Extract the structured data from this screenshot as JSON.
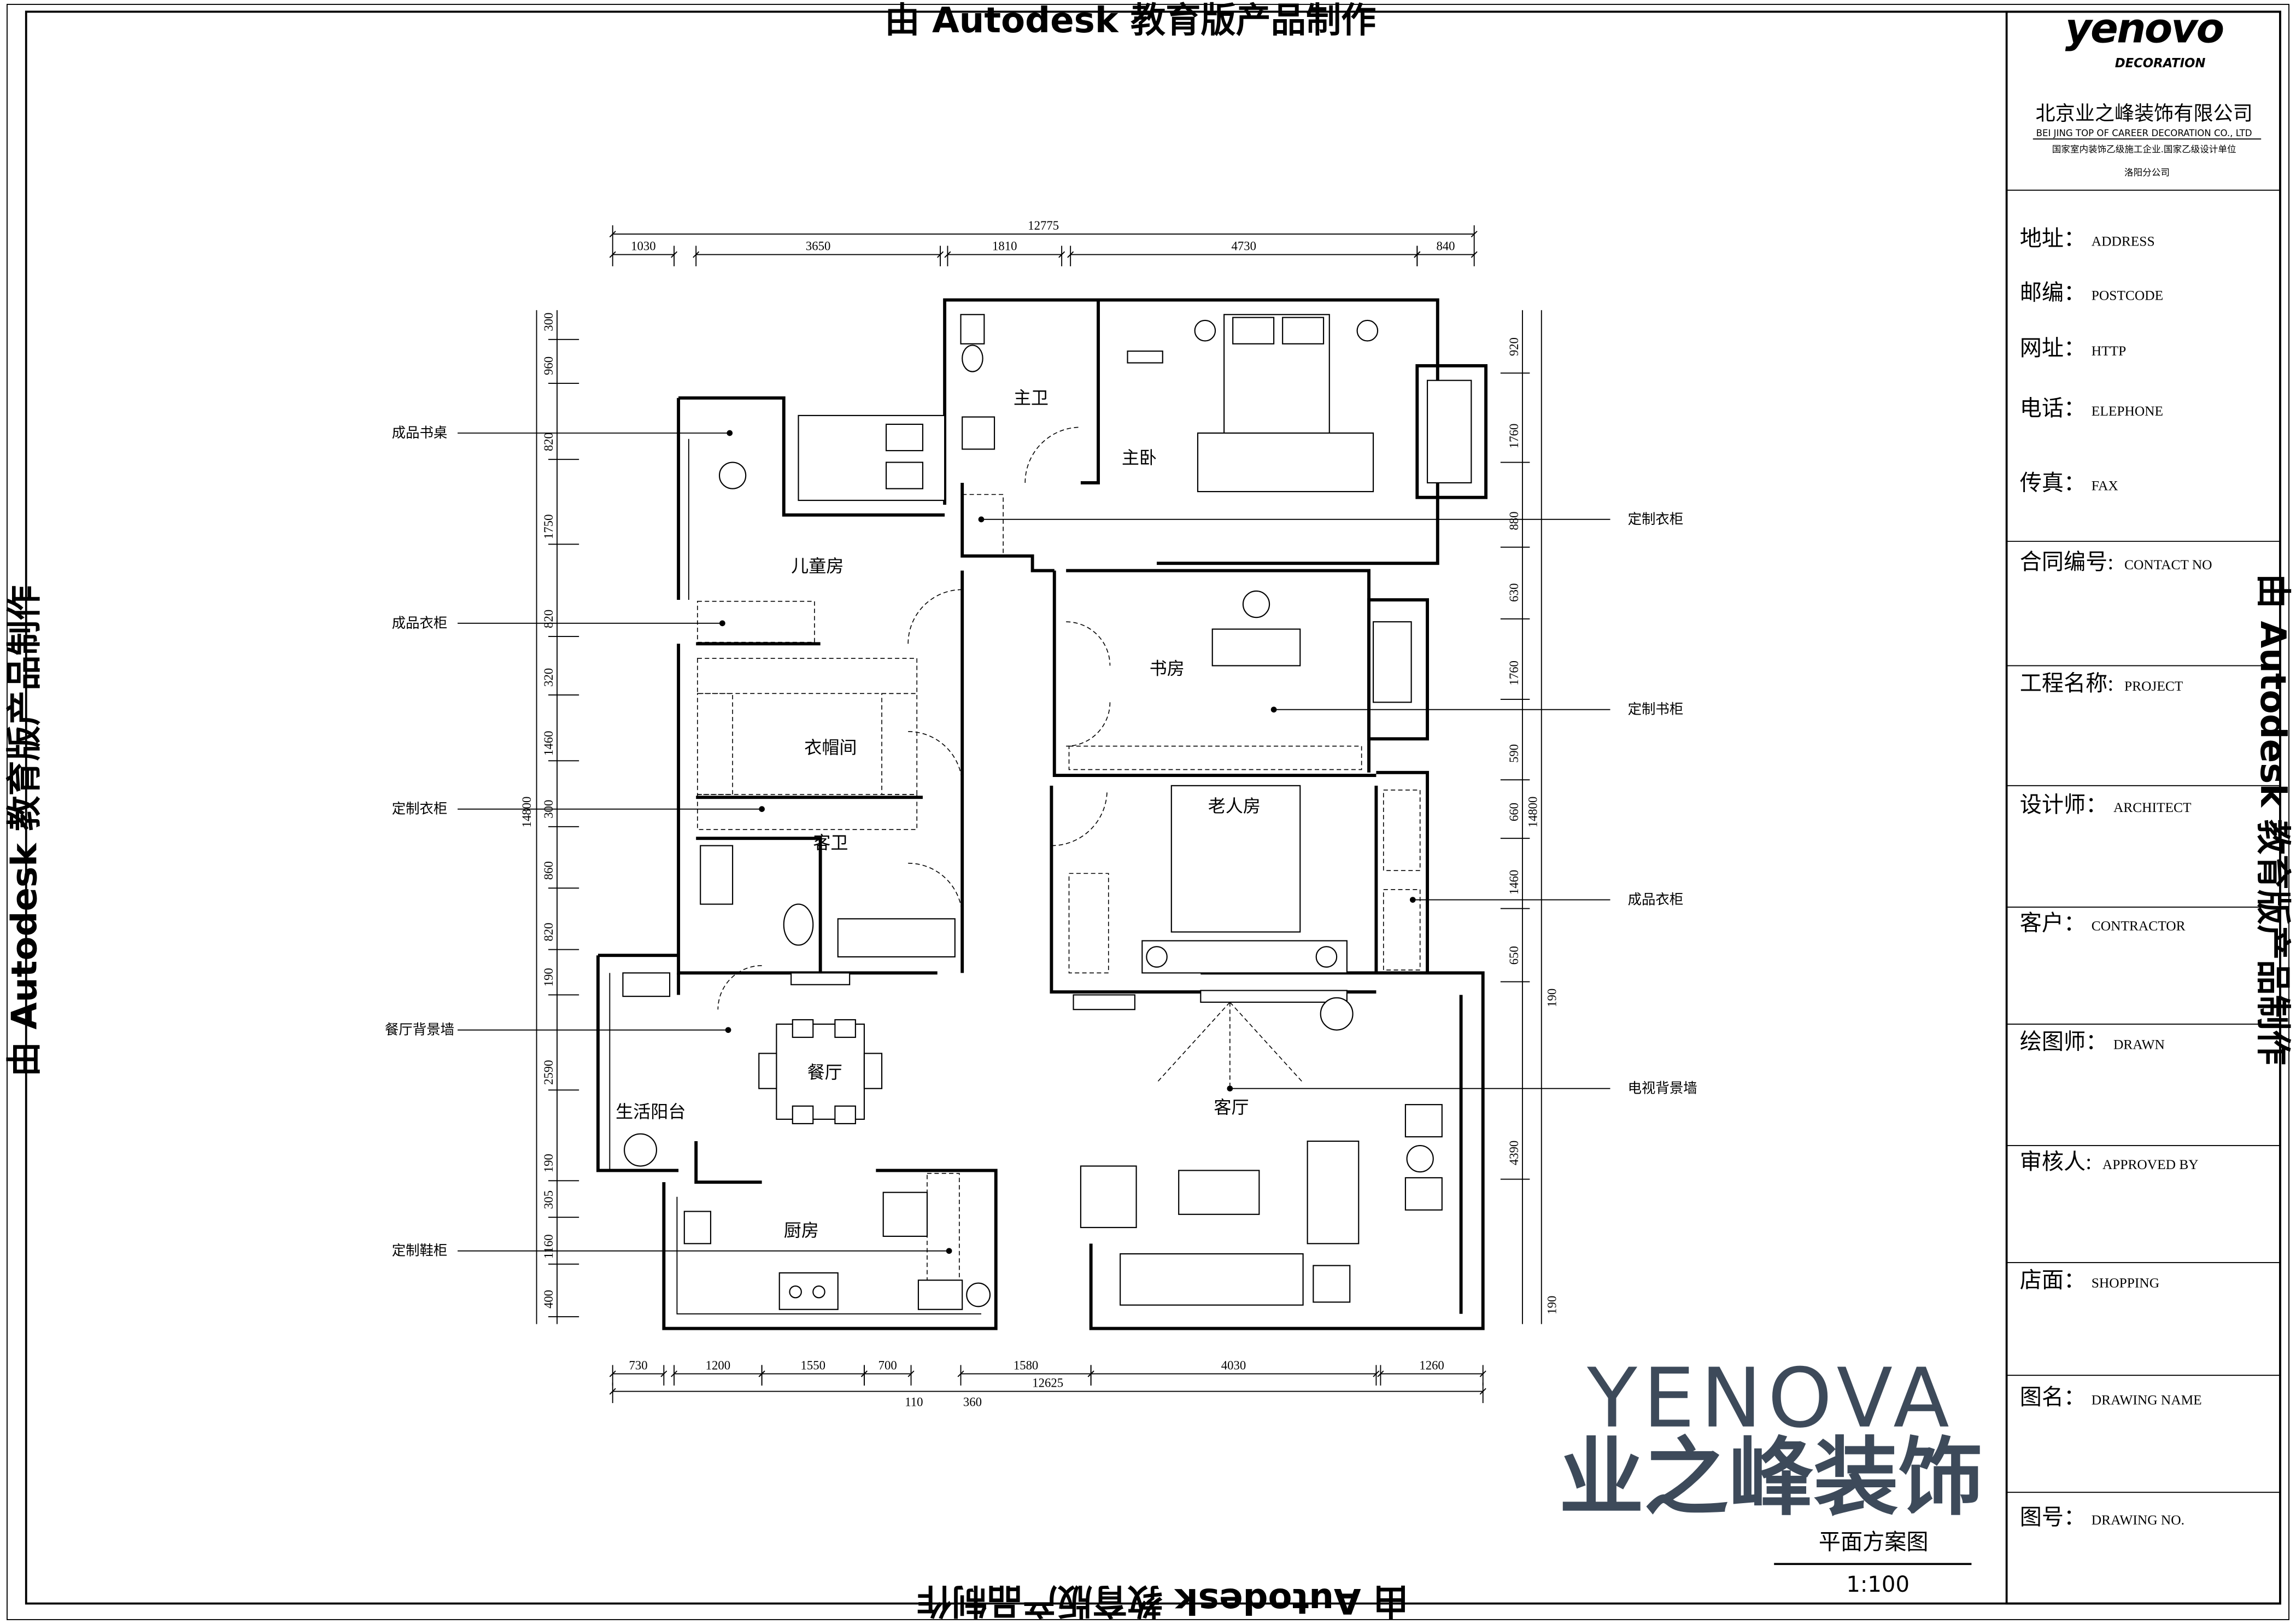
{
  "watermark": "由 Autodesk 教育版产品制作",
  "title_block": {
    "logo_word": "yenovo",
    "logo_sub": "DECORATION",
    "company_cn": "北京业之峰装饰有限公司",
    "company_en": "BEI JING TOP OF CAREER DECORATION CO., LTD",
    "qualification": "国家室内装饰乙级施工企业.国家乙级设计单位",
    "branch": "洛阳分公司",
    "fields": [
      {
        "label": "地址：",
        "value": "ADDRESS"
      },
      {
        "label": "邮编：",
        "value": "POSTCODE"
      },
      {
        "label": "网址：",
        "value": "HTTP"
      },
      {
        "label": "电话：",
        "value": "ELEPHONE"
      },
      {
        "label": "传真：",
        "value": "FAX"
      },
      {
        "label": "合同编号:",
        "value": "CONTACT NO"
      },
      {
        "label": "工程名称:",
        "value": "PROJECT"
      },
      {
        "label": "设计师：",
        "value": "ARCHITECT"
      },
      {
        "label": "客户：",
        "value": "CONTRACTOR"
      },
      {
        "label": "绘图师：",
        "value": "DRAWN"
      },
      {
        "label": "审核人:",
        "value": "APPROVED BY"
      },
      {
        "label": "店面：",
        "value": "SHOPPING"
      },
      {
        "label": "图名：",
        "value": "DRAWING NAME"
      },
      {
        "label": "图号：",
        "value": "DRAWING NO."
      }
    ]
  },
  "overlay_logo": {
    "word": "YENOVA",
    "cn": "业之峰装饰",
    "color": "#3d4a5a"
  },
  "drawing": {
    "name": "平面方案图",
    "scale": "1:100"
  },
  "rooms": {
    "master_bath": "主卫",
    "master_bed": "主卧",
    "kids": "儿童房",
    "study": "书房",
    "cloak": "衣帽间",
    "elder": "老人房",
    "guest_bath": "客卫",
    "dining": "餐厅",
    "balcony": "生活阳台",
    "living": "客厅",
    "kitchen": "厨房"
  },
  "callouts_left": [
    "成品书桌",
    "成品衣柜",
    "定制衣柜",
    "餐厅背景墙",
    "定制鞋柜"
  ],
  "callouts_right": [
    "定制衣柜",
    "定制书柜",
    "成品衣柜",
    "电视背景墙"
  ],
  "dimensions": {
    "top_total": "12775",
    "top": [
      "1030",
      "3650",
      "1810",
      "4730",
      "840"
    ],
    "bottom_total": "12625",
    "bottom": [
      "730",
      "1200",
      "1550",
      "700",
      "1580",
      "4030",
      "1260"
    ],
    "bottom_extra": [
      "110",
      "360"
    ],
    "left_total": "14800",
    "left": [
      "300",
      "960",
      "820",
      "1750",
      "820",
      "320",
      "1460",
      "300",
      "860",
      "820",
      "190",
      "2590",
      "190",
      "305",
      "1160",
      "400"
    ],
    "right_total": "14800",
    "right": [
      "920",
      "1760",
      "880",
      "630",
      "1760",
      "590",
      "660",
      "1460",
      "650",
      "4390"
    ],
    "right_outer": [
      "190",
      "190"
    ]
  }
}
